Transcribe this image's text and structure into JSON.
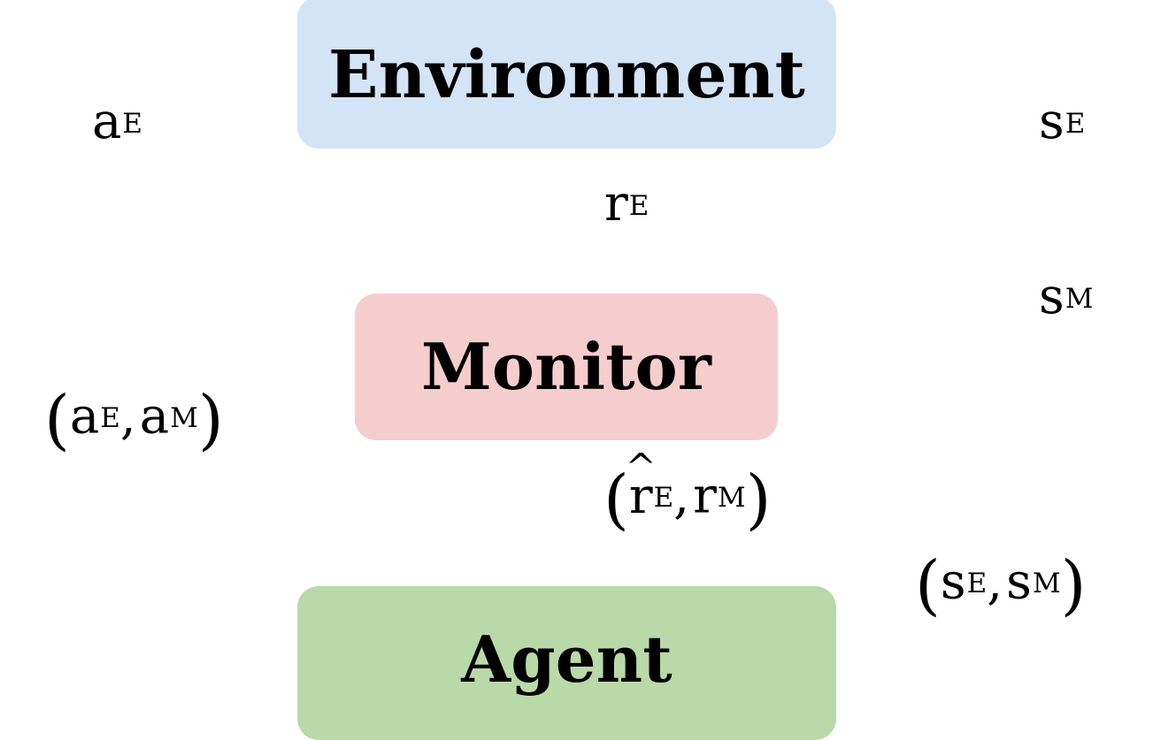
{
  "diagram": {
    "title": "Agent-Monitor-Environment interaction loop",
    "background_color": "#ffffff",
    "text_color": "#000000"
  },
  "nodes": [
    {
      "id": "environment",
      "label": "Environment",
      "color": "#d4e4f7",
      "role": "environment-block"
    },
    {
      "id": "monitor",
      "label": "Monitor",
      "color": "#f6cdcd",
      "role": "monitor-block"
    },
    {
      "id": "agent",
      "label": "Agent",
      "color": "#b9d9a8",
      "role": "agent-block"
    }
  ],
  "edge_labels": {
    "action_env": {
      "base": "a",
      "sup": "E",
      "text": "a^E"
    },
    "state_env": {
      "base": "s",
      "sup": "E",
      "text": "s^E"
    },
    "reward_env": {
      "base": "r",
      "sup": "E",
      "text": "r^E"
    },
    "state_mon": {
      "base": "s",
      "sup": "M",
      "text": "s^M"
    },
    "action_pair": {
      "open": "(",
      "first_base": "a",
      "first_sup": "E",
      "comma": ",",
      "second_base": "a",
      "second_sup": "M",
      "close": ")",
      "text": "(a^E, a^M)"
    },
    "reward_pair": {
      "open": "(",
      "first_hat": "^",
      "first_base": "r",
      "first_sup": "E",
      "comma": ",",
      "second_base": "r",
      "second_sup": "M",
      "close": ")",
      "text": "(r̂^E, r^M)"
    },
    "state_pair": {
      "open": "(",
      "first_base": "s",
      "first_sup": "E",
      "comma": ",",
      "second_base": "s",
      "second_sup": "M",
      "close": ")",
      "text": "(s^E, s^M)"
    }
  }
}
